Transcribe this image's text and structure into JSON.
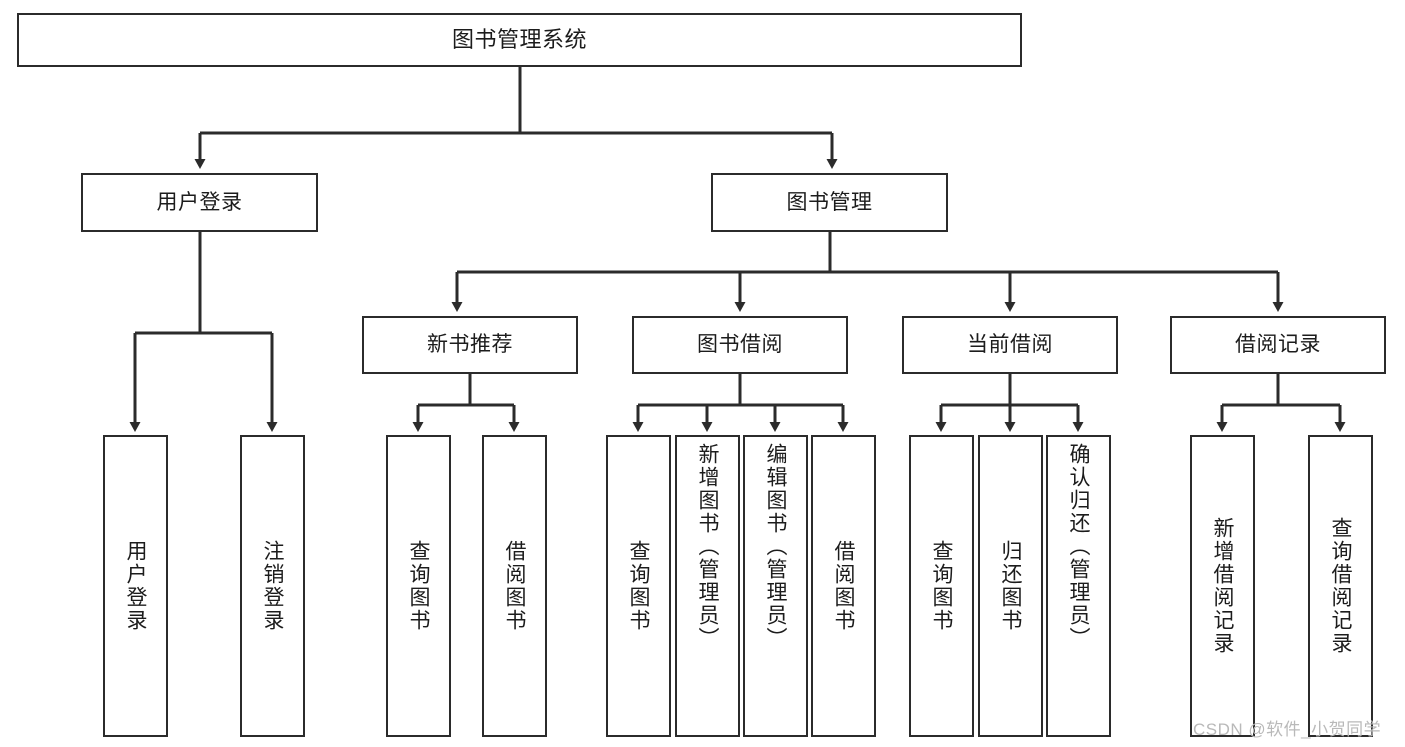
{
  "diagram": {
    "title": "图书管理系统",
    "type": "tree-hierarchy-chart",
    "watermark": "CSDN @软件_小贺同学",
    "colors": {
      "stroke": "#2b2b2b",
      "fill": "#ffffff",
      "text": "#1c1c1c",
      "watermark": "#b9b9b9"
    },
    "levels": {
      "root": {
        "label": "图书管理系统"
      },
      "level2": [
        {
          "label": "用户登录"
        },
        {
          "label": "图书管理"
        }
      ],
      "level3": [
        {
          "label": "新书推荐"
        },
        {
          "label": "图书借阅"
        },
        {
          "label": "当前借阅"
        },
        {
          "label": "借阅记录"
        }
      ],
      "leaves": {
        "user_login": [
          {
            "label": "用户登录"
          },
          {
            "label": "注销登录"
          }
        ],
        "new_book_recommend": [
          {
            "label": "查询图书"
          },
          {
            "label": "借阅图书"
          }
        ],
        "book_borrow": [
          {
            "label": "查询图书"
          },
          {
            "label": "新增图书（管理员）"
          },
          {
            "label": "编辑图书（管理员）"
          },
          {
            "label": "借阅图书"
          }
        ],
        "current_borrow": [
          {
            "label": "查询图书"
          },
          {
            "label": "归还图书"
          },
          {
            "label": "确认归还（管理员）"
          }
        ],
        "borrow_record": [
          {
            "label": "新增借阅记录"
          },
          {
            "label": "查询借阅记录"
          }
        ]
      }
    }
  }
}
